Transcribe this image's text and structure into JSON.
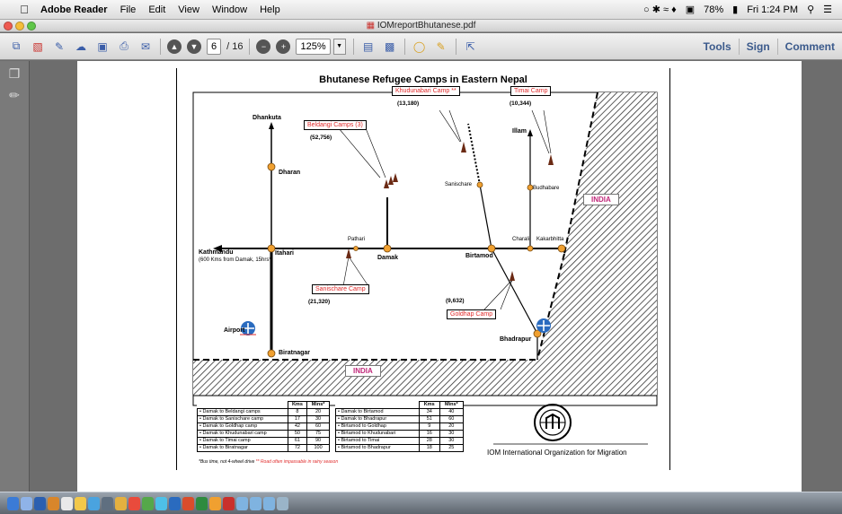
{
  "menubar": {
    "app": "Adobe Reader",
    "items": [
      "File",
      "Edit",
      "View",
      "Window",
      "Help"
    ],
    "battery": "78%",
    "clock": "Fri 1:24 PM"
  },
  "window": {
    "title": "IOMreportBhutanese.pdf"
  },
  "toolbar": {
    "page_current": "6",
    "page_total": "/ 16",
    "zoom": "125%",
    "tools_label": "Tools",
    "sign_label": "Sign",
    "comment_label": "Comment"
  },
  "map": {
    "title": "Bhutanese Refugee Camps in Eastern Nepal",
    "places": {
      "dhankuta": "Dhankuta",
      "dharan": "Dharan",
      "kathmandu": "Kathmandu",
      "kathmandu_note": "(600 Kms from Damak, 15hrs*)",
      "itahari": "Itahari",
      "pathari": "Pathari",
      "damak": "Damak",
      "birtamod": "Birtamod",
      "sanischare": "Sanischare",
      "charali": "Charali",
      "kakarbhitta": "Kakarbhitta",
      "ilam": "Illam",
      "budhabare": "Budhabare",
      "airport": "Airport",
      "biratnagar": "Biratnagar",
      "bhadrapur": "Bhadrapur"
    },
    "camps": {
      "beldangi": "Beldangi Camps (3)",
      "beldangi_pop": "(52,756)",
      "khudunabari": "Khudunabari Camp **",
      "khudunabari_pop": "(13,180)",
      "timai": "Timai Camp",
      "timai_pop": "(10,344)",
      "sanischare": "Sanischare Camp",
      "sanischare_pop": "(21,320)",
      "goldhap": "Goldhap Camp",
      "goldhap_pop": "(9,632)"
    },
    "india_east": "INDIA",
    "india_south": "INDIA"
  },
  "table_left": {
    "headers": [
      "",
      "Kms",
      "Mins*"
    ],
    "rows": [
      [
        "• Damak to Beldangi camps",
        "8",
        "20"
      ],
      [
        "• Damak to Sanischare camp",
        "17",
        "30"
      ],
      [
        "• Damak to Goldhap camp",
        "42",
        "60"
      ],
      [
        "• Damak to Khudunabari camp",
        "50",
        "75"
      ],
      [
        "• Damak to Timai camp",
        "61",
        "90"
      ],
      [
        "• Damak to Biratnagar",
        "72",
        "100"
      ]
    ]
  },
  "table_right": {
    "headers": [
      "",
      "Kms",
      "Mins*"
    ],
    "rows": [
      [
        "• Damak to Birtamod",
        "34",
        "40"
      ],
      [
        "• Damak to Bhadrapur",
        "51",
        "60"
      ],
      [
        "• Birtamod to Goldhap",
        "9",
        "20"
      ],
      [
        "• Birtamod to Khudunabari",
        "16",
        "30"
      ],
      [
        "• Birtamod to Timai",
        "28",
        "30"
      ],
      [
        "• Birtamod to Bhadrapur",
        "18",
        "25"
      ]
    ]
  },
  "footnote": {
    "bus": "*Bus time, not 4-wheel drive",
    "road": "** Road often impassable in rainy season"
  },
  "iom": "IOM International Organization for Migration",
  "colors": {
    "node": "#f0a030",
    "camp_text": "#e02b2b",
    "india": "#c0287a",
    "tent": "#6b2a14"
  }
}
